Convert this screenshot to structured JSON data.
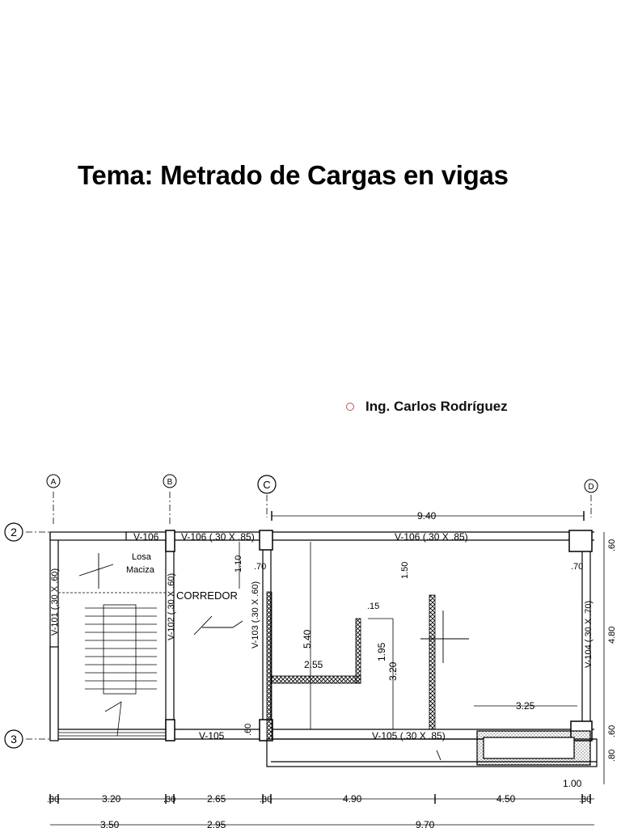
{
  "slide": {
    "title": "Tema:  Metrado de Cargas en vigas",
    "author": "Ing. Carlos Rodríguez"
  },
  "plan": {
    "axes": {
      "a": "A",
      "b": "B",
      "c": "C",
      "d": "D",
      "r2": "2",
      "r3": "3"
    },
    "beams": {
      "v106_short": "V-106",
      "v106_mid": "V-106 (.30 X .85)",
      "v106_right": "V-106 (.30 X .85)",
      "v101": "V-101 (.30 X .60)",
      "v102": "V-102 (.30 X .60)",
      "v103": "V-103 (.30 X .60)",
      "v104": "V-104 (.30 X .70)",
      "v105_left": "V-105",
      "v105_right": "V-105 (.30 X .85)"
    },
    "labels": {
      "losa": "Losa",
      "maciza": "Maciza",
      "corredor": "CORREDOR"
    },
    "dims": {
      "d940": "9.40",
      "d110": "1.10",
      "d070a": ".70",
      "d070b": ".70",
      "d150": "1.50",
      "d015": ".15",
      "d540": "5.40",
      "d255": "2.55",
      "d195": "1.95",
      "d320v": "3.20",
      "d480": "4.80",
      "d325": "3.25",
      "d060r": ".60",
      "d060l": ".60",
      "d060b": ".60",
      "d080": ".80",
      "d100": "1.00",
      "b30a": ".30",
      "b320": "3.20",
      "b30b": ".30",
      "b265": "2.65",
      "b30c": ".30",
      "b490": "4.90",
      "b450": "4.50",
      "b30d": ".30",
      "t350": "3.50",
      "t295": "2.95",
      "t970": "9.70"
    }
  }
}
